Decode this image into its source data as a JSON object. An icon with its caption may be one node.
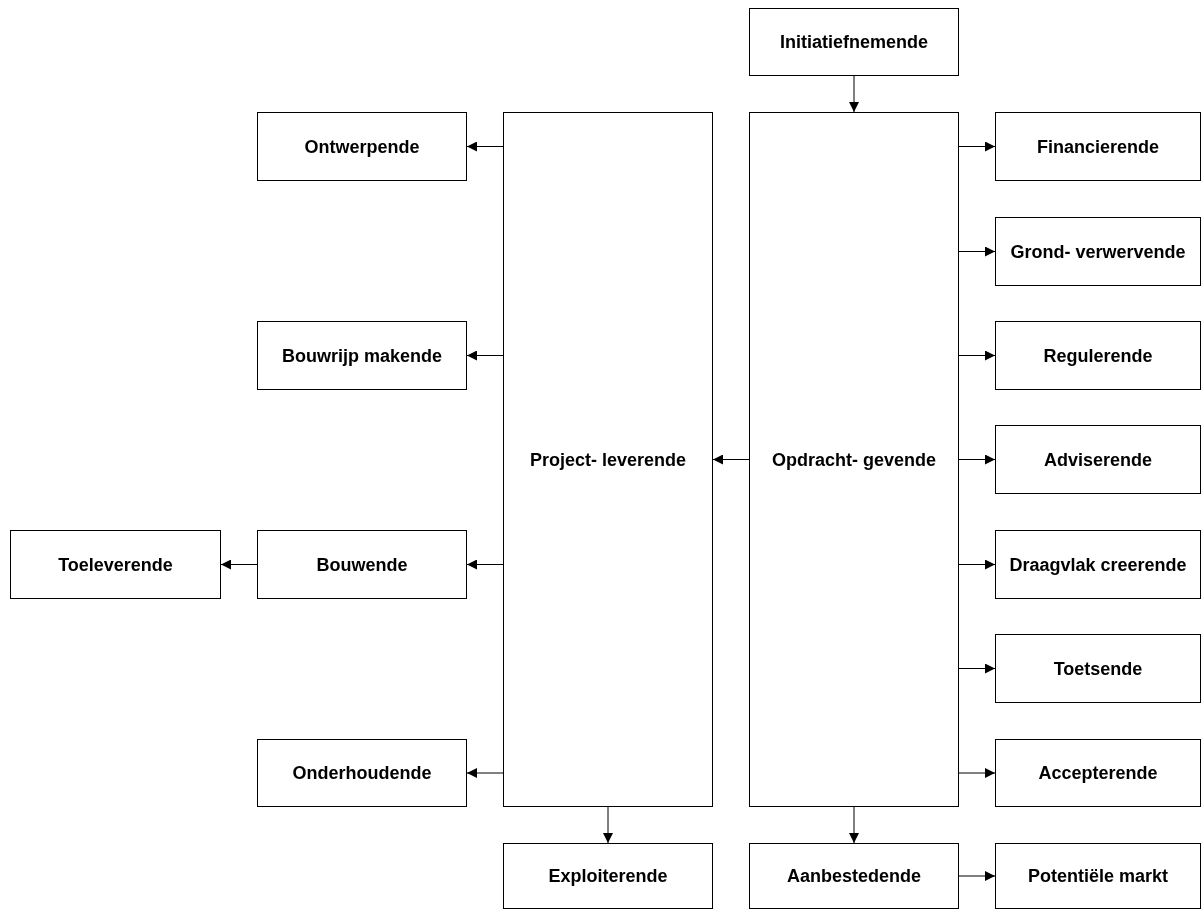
{
  "diagram": {
    "nodes": [
      {
        "text": [
          "Initiatiefnemende"
        ]
      },
      {
        "text": [
          "Ontwerpende"
        ]
      },
      {
        "text": [
          "Project- leverende"
        ]
      },
      {
        "text": [
          "Opdracht- gevende"
        ]
      },
      {
        "text": [
          "Financierende"
        ]
      },
      {
        "text": [
          "Grond- verwervende"
        ]
      },
      {
        "text": [
          "Bouwrijp makende"
        ]
      },
      {
        "text": [
          "Regulerende"
        ]
      },
      {
        "text": [
          "Adviserende"
        ]
      },
      {
        "text": [
          "Toeleverende"
        ]
      },
      {
        "text": [
          "Bouwende"
        ]
      },
      {
        "text": [
          "Draagvlak creerende"
        ]
      },
      {
        "text": [
          "Toetsende"
        ]
      },
      {
        "text": [
          "Onderhoudende"
        ]
      },
      {
        "text": [
          "Accepterende"
        ]
      },
      {
        "text": [
          "Exploiterende"
        ]
      },
      {
        "text": [
          "Aanbestedende"
        ]
      },
      {
        "text": [
          "Potentiële markt"
        ]
      }
    ],
    "edges": [
      {
        "from": 0,
        "to": 3,
        "arrow": "to"
      },
      {
        "from": 3,
        "to": 2,
        "arrow": "to"
      },
      {
        "from": 2,
        "to": 1,
        "arrow": "to"
      },
      {
        "from": 2,
        "to": 6,
        "arrow": "to"
      },
      {
        "from": 2,
        "to": 10,
        "arrow": "to"
      },
      {
        "from": 2,
        "to": 13,
        "arrow": "to"
      },
      {
        "from": 10,
        "to": 9,
        "arrow": "to"
      },
      {
        "from": 3,
        "to": 4,
        "arrow": "to"
      },
      {
        "from": 3,
        "to": 5,
        "arrow": "to"
      },
      {
        "from": 3,
        "to": 7,
        "arrow": "to"
      },
      {
        "from": 3,
        "to": 8,
        "arrow": "to"
      },
      {
        "from": 3,
        "to": 11,
        "arrow": "to"
      },
      {
        "from": 3,
        "to": 12,
        "arrow": "to"
      },
      {
        "from": 3,
        "to": 14,
        "arrow": "to"
      },
      {
        "from": 2,
        "to": 15,
        "arrow": "to"
      },
      {
        "from": 3,
        "to": 16,
        "arrow": "to"
      },
      {
        "from": 16,
        "to": 17,
        "arrow": "to"
      }
    ]
  }
}
